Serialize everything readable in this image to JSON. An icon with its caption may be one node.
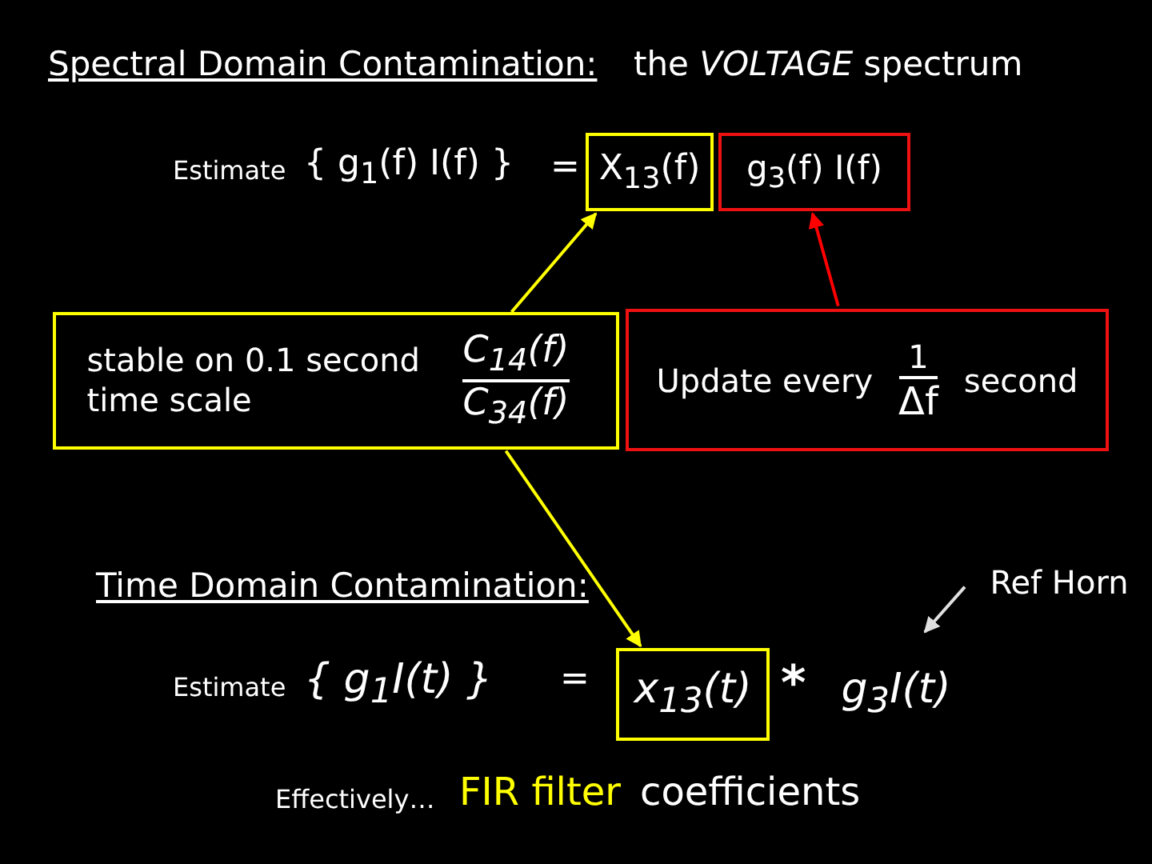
{
  "diagram": {
    "nodes": [
      {
        "text": [
          "X$_{13}$(f)"
        ]
      },
      {
        "text": [
          "g$_{3}$(f) I(f)"
        ]
      },
      {
        "text": [
          "stable on 0.1 second time scale",
          "C$_{14}$(f)",
          "C$_{34}$(f)"
        ]
      },
      {
        "text": [
          "Update every",
          "1",
          "Δf",
          "second"
        ]
      },
      {
        "text": [
          "x$_{13}$(t)"
        ]
      },
      {
        "text": [
          "Ref Horn"
        ]
      },
      {
        "text": [
          "g$_{3}$I(t)"
        ]
      }
    ],
    "edges": [
      {
        "from": 2,
        "to": 0,
        "arrow": "to"
      },
      {
        "from": 3,
        "to": 1,
        "arrow": "to",
        "color": "#ff0000"
      },
      {
        "from": 2,
        "to": 4,
        "arrow": "to"
      },
      {
        "from": 5,
        "to": 6,
        "arrow": "to",
        "color": "#e0e0e0"
      }
    ],
    "labels": [
      "Spectral Domain Contamination:",
      "the *VOLTAGE* spectrum",
      "Estimate",
      "{ g$_{1}$(f) I(f) }",
      "=",
      "Time Domain Contamination:",
      "Estimate",
      "{ g$_{1}$I(t) }",
      "=",
      "*",
      "Effectively…",
      "FIR filter",
      "coefficients"
    ]
  }
}
